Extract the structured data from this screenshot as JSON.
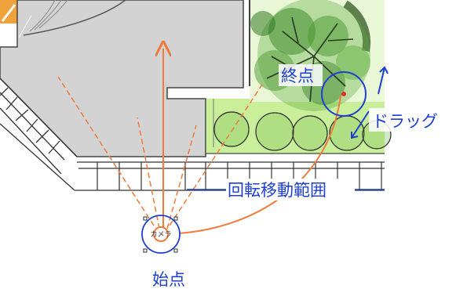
{
  "labels": {
    "end_point": "終点",
    "drag": "ドラッグ",
    "rotate_range": "回転移動範囲",
    "camera": "カメラ",
    "start_point": "始点"
  },
  "colors": {
    "arrow": "#f07a3a",
    "annotation": "#1f3fd1",
    "paving": "#d3d3d3",
    "lawn": "#c9ef9a",
    "tree": "#3f8a2c",
    "corner_badge": "#f0a33b"
  }
}
